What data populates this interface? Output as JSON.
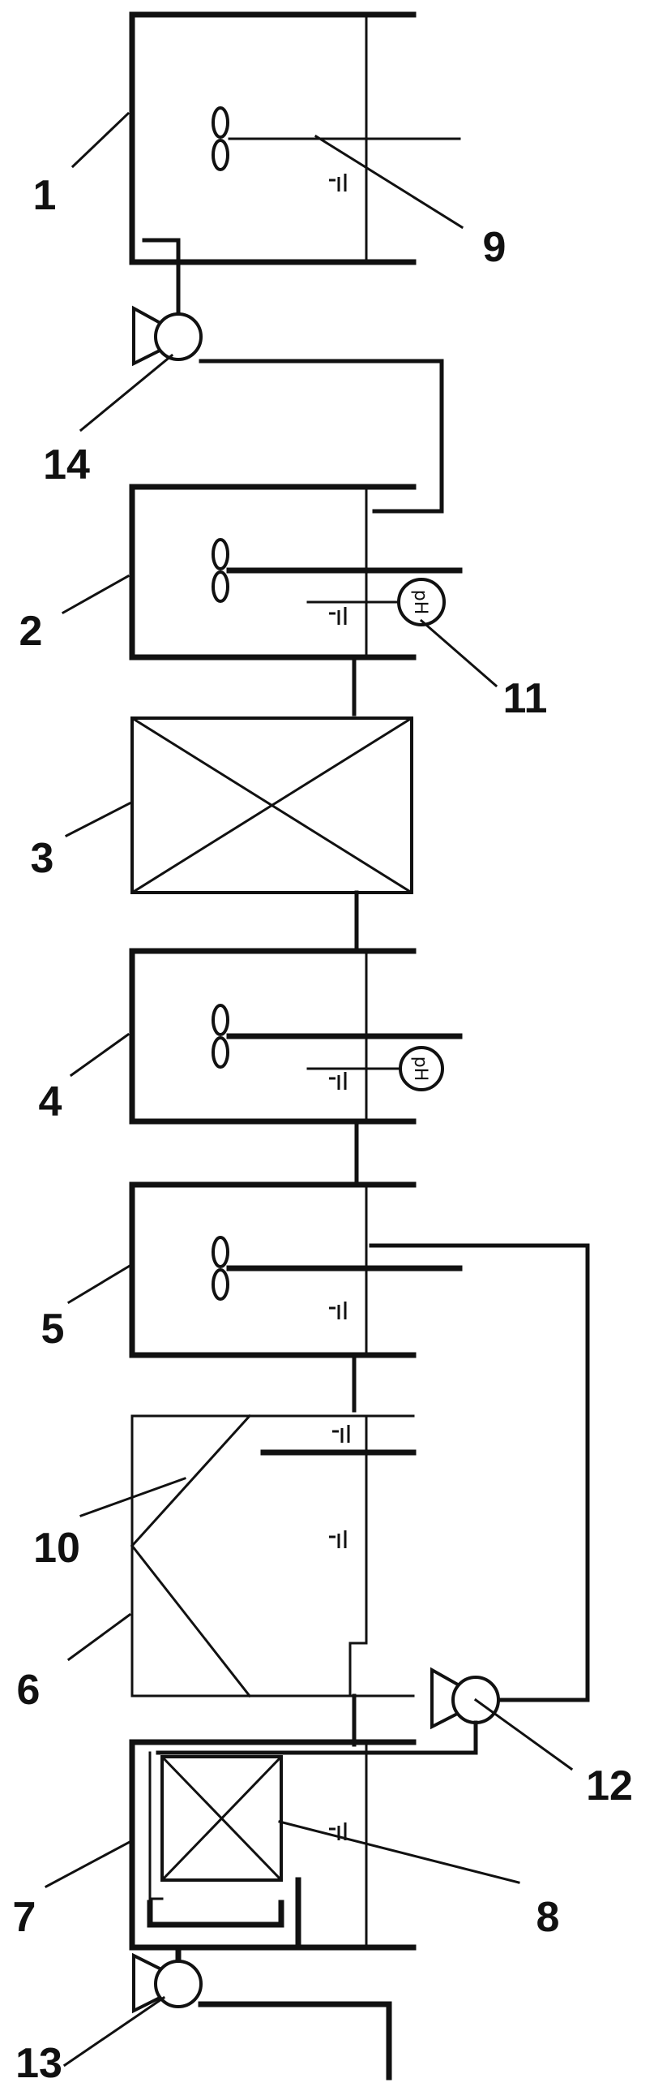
{
  "labels": {
    "l1": "1",
    "l2": "2",
    "l3": "3",
    "l4": "4",
    "l5": "5",
    "l6": "6",
    "l7": "7",
    "l8": "8",
    "l9": "9",
    "l10": "10",
    "l11": "11",
    "l12": "12",
    "l13": "13",
    "l14": "14"
  },
  "sensors": {
    "ph_tank2": "pH",
    "ph_tank4": "pH"
  }
}
